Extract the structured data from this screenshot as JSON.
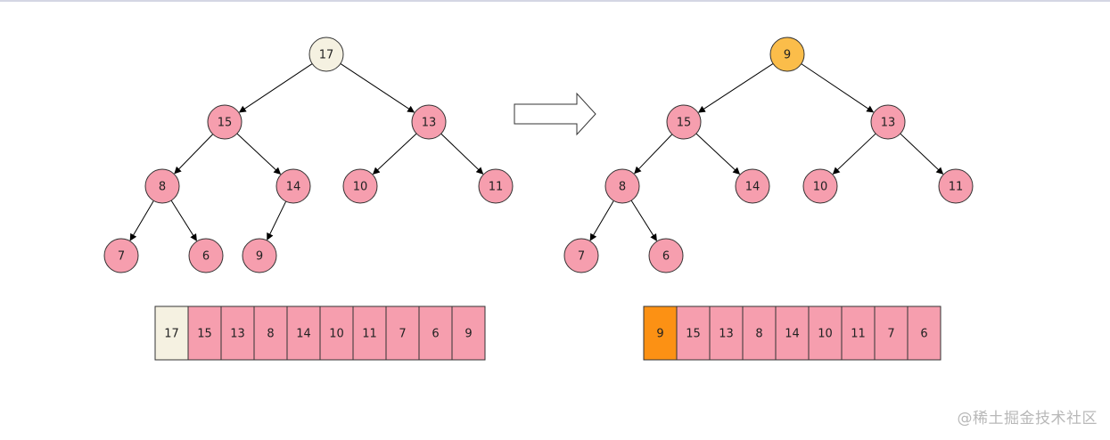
{
  "colors": {
    "node": "#f69eae",
    "heap_top_before": "#f5f1e1",
    "heap_top_after": "#fbbd4a",
    "array_highlight": "#fc9114",
    "edge": "#000000"
  },
  "before": {
    "tree": {
      "root": "17",
      "level1": [
        "15",
        "13"
      ],
      "level2": [
        "8",
        "14",
        "10",
        "11"
      ],
      "level3": [
        "7",
        "6",
        "9"
      ]
    },
    "array": [
      "17",
      "15",
      "13",
      "8",
      "14",
      "10",
      "11",
      "7",
      "6",
      "9"
    ]
  },
  "after": {
    "tree": {
      "root": "9",
      "level1": [
        "15",
        "13"
      ],
      "level2": [
        "8",
        "14",
        "10",
        "11"
      ],
      "level3": [
        "7",
        "6"
      ]
    },
    "array": [
      "9",
      "15",
      "13",
      "8",
      "14",
      "10",
      "11",
      "7",
      "6"
    ]
  },
  "arrow_icon": "right-arrow-icon",
  "watermark": "@稀土掘金技术社区"
}
